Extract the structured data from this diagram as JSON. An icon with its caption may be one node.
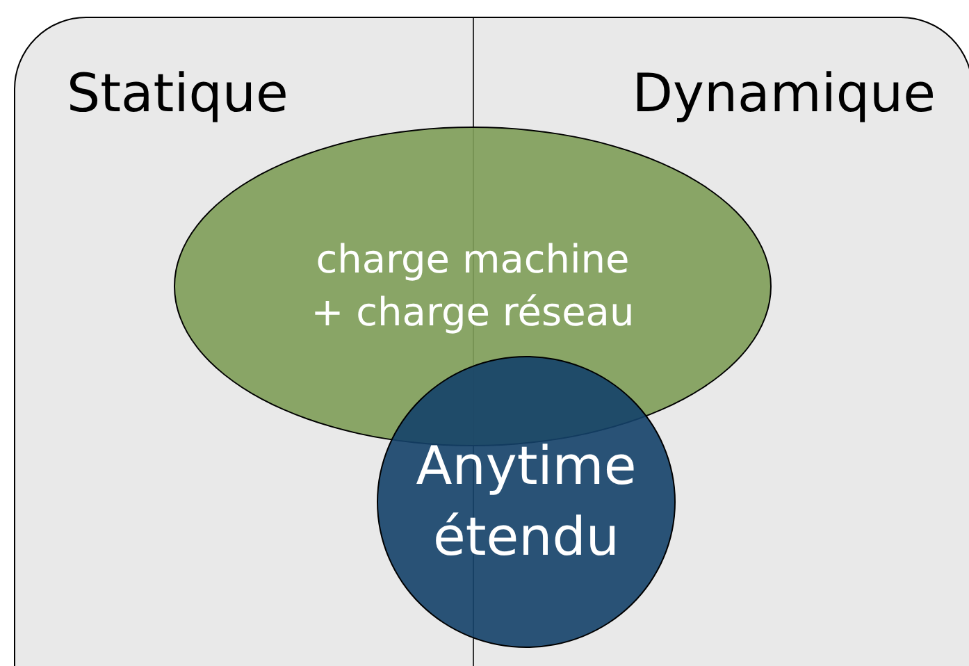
{
  "diagram": {
    "nodes": [
      {
        "text": [
          "Statique",
          "Dynamique"
        ]
      },
      {
        "text": [
          "charge machine + charge réseau"
        ],
        "in": 0
      },
      {
        "text": [
          "Anytime étendu"
        ],
        "in": 0
      }
    ]
  }
}
